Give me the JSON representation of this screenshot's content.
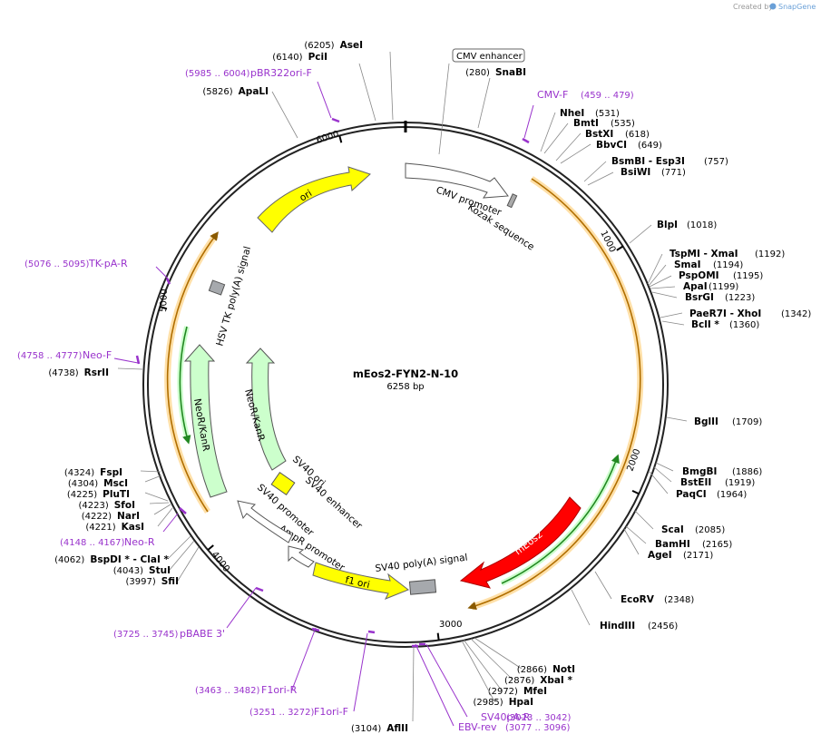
{
  "credit": {
    "prefix": "Created by",
    "brand": "SnapGene"
  },
  "plasmid": {
    "name": "mEos2-FYN2-N-10",
    "length_label": "6258 bp",
    "length": 6258
  },
  "ticks": [
    {
      "label": "1000",
      "pos": 1000
    },
    {
      "label": "2000",
      "pos": 2000
    },
    {
      "label": "3000",
      "pos": 3000
    },
    {
      "label": "4000",
      "pos": 4000
    },
    {
      "label": "5000",
      "pos": 5000
    },
    {
      "label": "6000",
      "pos": 6000
    }
  ],
  "sites": [
    {
      "name": "AseI",
      "pos": "(6205)"
    },
    {
      "name": "PciI",
      "pos": "(6140)"
    },
    {
      "name": "ApaLI",
      "pos": "(5826)"
    },
    {
      "name": "SnaBI",
      "pos": "(280)"
    },
    {
      "name": "NheI",
      "pos": "(531)"
    },
    {
      "name": "BmtI",
      "pos": "(535)"
    },
    {
      "name": "BstXI",
      "pos": "(618)"
    },
    {
      "name": "BbvCI",
      "pos": "(649)"
    },
    {
      "name": "BsmBI",
      "name2": "Esp3I",
      "pos": "(757)"
    },
    {
      "name": "BsiWI",
      "pos": "(771)"
    },
    {
      "name": "BlpI",
      "pos": "(1018)"
    },
    {
      "name": "TspMI",
      "name2": "XmaI",
      "pos": "(1192)"
    },
    {
      "name": "SmaI",
      "pos": "(1194)"
    },
    {
      "name": "PspOMI",
      "pos": "(1195)"
    },
    {
      "name": "ApaI",
      "pos": "(1199)"
    },
    {
      "name": "BsrGI",
      "pos": "(1223)"
    },
    {
      "name": "PaeR7I",
      "name2": "XhoI",
      "pos": "(1342)"
    },
    {
      "name": "BclI *",
      "pos": "(1360)"
    },
    {
      "name": "BglII",
      "pos": "(1709)"
    },
    {
      "name": "BmgBI",
      "pos": "(1886)"
    },
    {
      "name": "BstEII",
      "pos": "(1919)"
    },
    {
      "name": "PaqCI",
      "pos": "(1964)"
    },
    {
      "name": "ScaI",
      "pos": "(2085)"
    },
    {
      "name": "BamHI",
      "pos": "(2165)"
    },
    {
      "name": "AgeI",
      "pos": "(2171)"
    },
    {
      "name": "EcoRV",
      "pos": "(2348)"
    },
    {
      "name": "HindIII",
      "pos": "(2456)"
    },
    {
      "name": "NotI",
      "pos": "(2866)"
    },
    {
      "name": "XbaI *",
      "pos": "(2876)"
    },
    {
      "name": "MfeI",
      "pos": "(2972)"
    },
    {
      "name": "HpaI",
      "pos": "(2985)"
    },
    {
      "name": "AflII",
      "pos": "(3104)"
    },
    {
      "name": "SfiI",
      "pos": "(3997)"
    },
    {
      "name": "StuI",
      "pos": "(4043)"
    },
    {
      "name": "BspDI *",
      "name2": "ClaI *",
      "pos": "(4062)"
    },
    {
      "name": "KasI",
      "pos": "(4221)"
    },
    {
      "name": "NarI",
      "pos": "(4222)"
    },
    {
      "name": "SfoI",
      "pos": "(4223)"
    },
    {
      "name": "PluTI",
      "pos": "(4225)"
    },
    {
      "name": "MscI",
      "pos": "(4304)"
    },
    {
      "name": "FspI",
      "pos": "(4324)"
    },
    {
      "name": "RsrII",
      "pos": "(4738)"
    }
  ],
  "primers": [
    {
      "name": "pBR322ori-F",
      "range": "(5985 .. 6004)"
    },
    {
      "name": "CMV-F",
      "range": "(459 .. 479)"
    },
    {
      "name": "TK-pA-R",
      "range": "(5076 .. 5095)"
    },
    {
      "name": "Neo-F",
      "range": "(4758 .. 4777)"
    },
    {
      "name": "Neo-R",
      "range": "(4148 .. 4167)"
    },
    {
      "name": "pBABE 3'",
      "range": "(3725 .. 3745)"
    },
    {
      "name": "F1ori-R",
      "range": "(3463 .. 3482)"
    },
    {
      "name": "F1ori-F",
      "range": "(3251 .. 3272)"
    },
    {
      "name": "SV40pA-R",
      "range": "(3023 .. 3042)"
    },
    {
      "name": "EBV-rev",
      "range": "(3077 .. 3096)"
    }
  ],
  "features": {
    "cmv_enhancer": "CMV enhancer",
    "cmv_promoter": "CMV promoter",
    "kozak": "Kozak sequence",
    "meos2": "mEos2",
    "sv40_polya": "SV40 poly(A) signal",
    "f1_ori": "f1 ori",
    "ampr_promoter": "AmpR promoter",
    "sv40_promoter": "SV40 promoter",
    "sv40_enhancer": "SV40 enhancer",
    "sv40_ori": "SV40 ori",
    "neor_outer": "NeoR/KanR",
    "neor_inner": "NeoR/KanR",
    "hsv_tk": "HSV TK poly(A) signal",
    "ori": "ori"
  },
  "colors": {
    "meos2": "#ff0000",
    "ori": "#ffff00",
    "f1_ori": "#ffff00",
    "neor": "#ccffcc",
    "orf_arc": "#e69500",
    "orf_glow": "#ffe0a8",
    "inner_orf": "#228822",
    "primer": "#9933cc",
    "grey_box": "#999999"
  }
}
